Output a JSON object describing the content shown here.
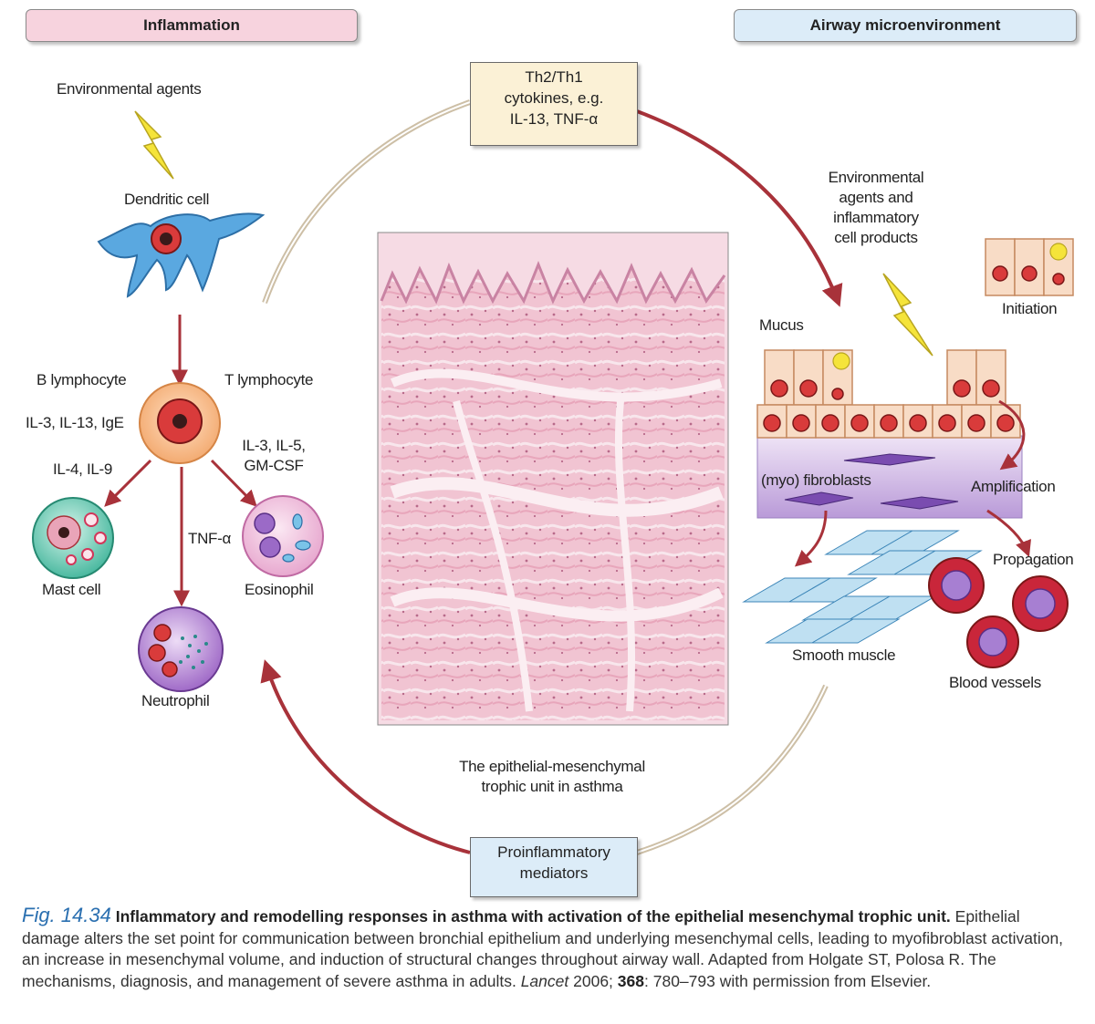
{
  "headers": {
    "inflammation": "Inflammation",
    "airway": "Airway microenvironment"
  },
  "boxes": {
    "cytokines": [
      "Th2/Th1",
      "cytokines, e.g.",
      "IL-13, TNF-α"
    ],
    "mediators": [
      "Proinflammatory",
      "mediators"
    ]
  },
  "left": {
    "environmental_agents": "Environmental agents",
    "dendritic_cell": "Dendritic cell",
    "b_lymphocyte": "B lymphocyte",
    "t_lymphocyte": "T lymphocyte",
    "il_b": "IL-3, IL-13, IgE",
    "il_mast": "IL-4, IL-9",
    "il_eos": [
      "IL-3, IL-5,",
      "GM-CSF"
    ],
    "tnf": "TNF-α",
    "mast_cell": "Mast cell",
    "eosinophil": "Eosinophil",
    "neutrophil": "Neutrophil"
  },
  "right": {
    "env_products": [
      "Environmental",
      "agents and",
      "inflammatory",
      "cell products"
    ],
    "initiation": "Initiation",
    "mucus": "Mucus",
    "myofibroblasts": "(myo) fibroblasts",
    "amplification": "Amplification",
    "propagation": "Propagation",
    "smooth_muscle": "Smooth muscle",
    "blood_vessels": "Blood vessels"
  },
  "center_label": [
    "The epithelial-mesenchymal",
    "trophic unit in asthma"
  ],
  "caption": {
    "fig": "Fig. 14.34",
    "title": "Inflammatory and remodelling responses in asthma with activation of the epithelial mesenchymal trophic unit.",
    "body": "Epithelial damage alters the set point for communication between bronchial epithelium and underlying mesenchymal cells, leading to myofibroblast activation, an increase in mesenchymal volume, and induction of structural changes throughout airway wall. Adapted from Holgate ST, Polosa R. The mechanisms, diagnosis, and management of severe asthma in adults.",
    "journal": "Lancet",
    "year": "2006;",
    "volume": "368",
    "pages": ": 780–793 with permission from Elsevier."
  },
  "colors": {
    "arrow": "#a8323a",
    "inflammation_header": "#f7d3de",
    "airway_header": "#dcecf8",
    "cytokine_box": "#fbf1d6",
    "mediator_box": "#dcecf8",
    "caption_fig": "#2a6fb0"
  }
}
